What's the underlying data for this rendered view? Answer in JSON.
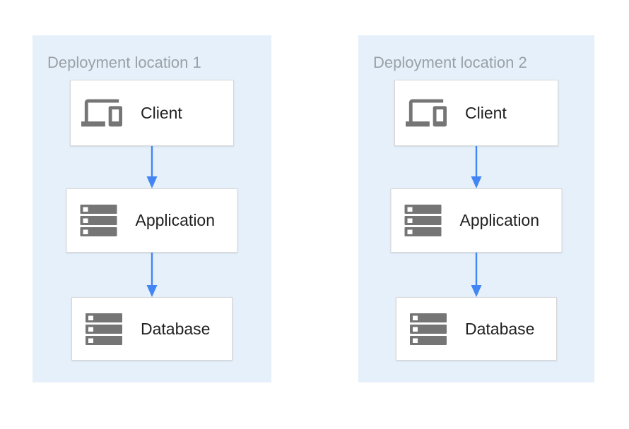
{
  "diagram": {
    "title": "Two deployment locations, each with a Client to Application to Database flow",
    "colors": {
      "panel_background": "#E6F0FA",
      "panel_title_gray": "#9AA0A6",
      "node_border": "#D7D7D7",
      "node_background": "#FFFFFF",
      "label_dark": "#212121",
      "icon_gray": "#757575",
      "arrow_blue": "#4285F4"
    },
    "panels": [
      {
        "title": "Deployment location 1",
        "nodes": [
          {
            "label": "Client",
            "icon": "devices-icon"
          },
          {
            "label": "Application",
            "icon": "server-stack-icon"
          },
          {
            "label": "Database",
            "icon": "server-stack-icon"
          }
        ],
        "edges": [
          {
            "from": "Client",
            "to": "Application"
          },
          {
            "from": "Application",
            "to": "Database"
          }
        ]
      },
      {
        "title": "Deployment location 2",
        "nodes": [
          {
            "label": "Client",
            "icon": "devices-icon"
          },
          {
            "label": "Application",
            "icon": "server-stack-icon"
          },
          {
            "label": "Database",
            "icon": "server-stack-icon"
          }
        ],
        "edges": [
          {
            "from": "Client",
            "to": "Application"
          },
          {
            "from": "Application",
            "to": "Database"
          }
        ]
      }
    ]
  }
}
